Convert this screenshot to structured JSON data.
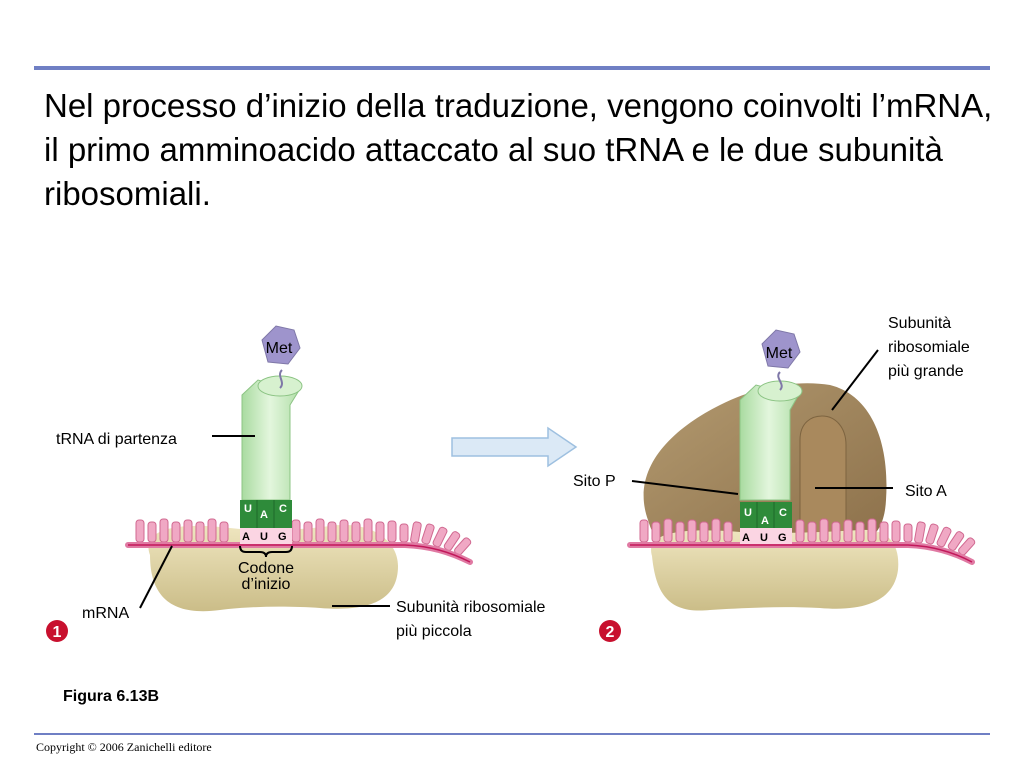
{
  "slide": {
    "title": "Nel processo d’inizio della traduzione, vengono coinvolti l’mRNA, il primo amminoacido attaccato al suo tRNA e le due subunità ribosomiali.",
    "figure_caption": "Figura 6.13B",
    "copyright": "Copyright © 2006 Zanichelli editore"
  },
  "diagram": {
    "panel1": {
      "step": "1",
      "amino_acid": "Met",
      "label_trna": "tRNA di partenza",
      "label_codon": [
        "Codone",
        "d’inizio"
      ],
      "label_mrna": "mRNA",
      "label_small_subunit": [
        "Subunità ribosomiale",
        "più piccola"
      ],
      "anticodon": [
        "U",
        "A",
        "C"
      ],
      "codon": [
        "A",
        "U",
        "G"
      ]
    },
    "panel2": {
      "step": "2",
      "amino_acid": "Met",
      "label_large_subunit": [
        "Subunità",
        "ribosomiale",
        "più grande"
      ],
      "label_p_site": "Sito P",
      "label_a_site": "Sito A",
      "anticodon": [
        "U",
        "A",
        "C"
      ],
      "codon": [
        "A",
        "U",
        "G"
      ]
    },
    "colors": {
      "accent_rule": "#6f7fc4",
      "trna": "#c9ecc2",
      "anticodon": "#2e8b3a",
      "codon": "#c2185b",
      "mrna": "#e98ab0",
      "small_subunit": "#d9ce9e",
      "large_subunit": "#9c8058",
      "amino_acid": "#9e94cc",
      "step_badge": "#c8102e",
      "arrow": "#b9d3ea"
    }
  }
}
